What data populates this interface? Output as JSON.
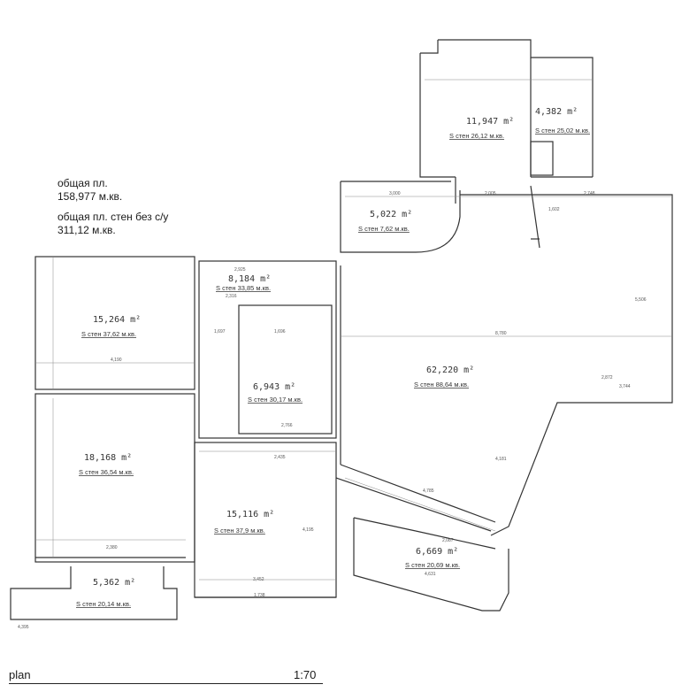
{
  "summary": {
    "total_area_label": "общая пл.",
    "total_area_value": "158,977 м.кв.",
    "wall_area_label": "общая пл. стен без с/у",
    "wall_area_value": "311,12 м.кв."
  },
  "footer": {
    "plan_label": "plan",
    "scale": "1:70"
  },
  "rooms": [
    {
      "area": "11,947 m²",
      "walls": "S стен 26,12 м.кв."
    },
    {
      "area": "4,382 m²",
      "walls": "S стен 25,02 м.кв."
    },
    {
      "area": "5,022 m²",
      "walls": "S стен 7,62 м.кв."
    },
    {
      "area": "8,184 m²",
      "walls": "S стен 33,85 м.кв."
    },
    {
      "area": "15,264 m²",
      "walls": "S стен 37,62 м.кв."
    },
    {
      "area": "6,943 m²",
      "walls": "S стен 30,17 м.кв."
    },
    {
      "area": "62,220 m²",
      "walls": "S стен 88,64 м.кв."
    },
    {
      "area": "18,168 m²",
      "walls": "S стен 36,54 м.кв."
    },
    {
      "area": "15,116 m²",
      "walls": "S стен 37,9 м.кв."
    },
    {
      "area": "6,669 m²",
      "walls": "S стен 20,69 м.кв."
    },
    {
      "area": "5,362 m²",
      "walls": "S стен 20,14 м.кв."
    }
  ],
  "dimensions": [
    "3,000",
    "2,005",
    "2,748",
    "2,925",
    "2,316",
    "4,190",
    "1,697",
    "1,696",
    "8,780",
    "2,872",
    "3,744",
    "2,766",
    "2,435",
    "4,195",
    "4,785",
    "3,452",
    "4,395",
    "2,087",
    "4,631",
    "1,738",
    "2,380",
    "5,506",
    "4,181",
    "1,602"
  ]
}
